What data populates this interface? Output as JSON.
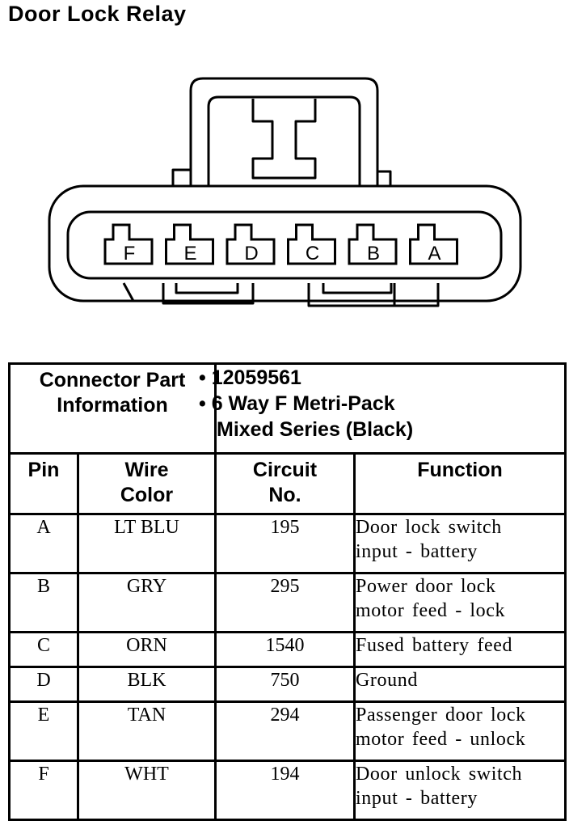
{
  "title": "Door Lock Relay",
  "connector": {
    "pins": [
      "F",
      "E",
      "D",
      "C",
      "B",
      "A"
    ]
  },
  "table": {
    "part_info_label_line1": "Connector Part",
    "part_info_label_line2": "Information",
    "part_info_values": [
      "12059561",
      "6 Way F Metri-Pack",
      "Mixed Series (Black)"
    ],
    "headers": {
      "pin": "Pin",
      "wire_color_line1": "Wire",
      "wire_color_line2": "Color",
      "circuit_line1": "Circuit",
      "circuit_line2": "No.",
      "function": "Function"
    },
    "rows": [
      {
        "pin": "A",
        "wire": "LT BLU",
        "circuit": "195",
        "function_line1": "Door lock switch",
        "function_line2": "input - battery"
      },
      {
        "pin": "B",
        "wire": "GRY",
        "circuit": "295",
        "function_line1": "Power door lock",
        "function_line2": "motor feed - lock"
      },
      {
        "pin": "C",
        "wire": "ORN",
        "circuit": "1540",
        "function_line1": "Fused battery feed",
        "function_line2": ""
      },
      {
        "pin": "D",
        "wire": "BLK",
        "circuit": "750",
        "function_line1": "Ground",
        "function_line2": ""
      },
      {
        "pin": "E",
        "wire": "TAN",
        "circuit": "294",
        "function_line1": "Passenger door lock",
        "function_line2": "motor feed - unlock"
      },
      {
        "pin": "F",
        "wire": "WHT",
        "circuit": "194",
        "function_line1": "Door unlock switch",
        "function_line2": "input - battery"
      }
    ]
  }
}
